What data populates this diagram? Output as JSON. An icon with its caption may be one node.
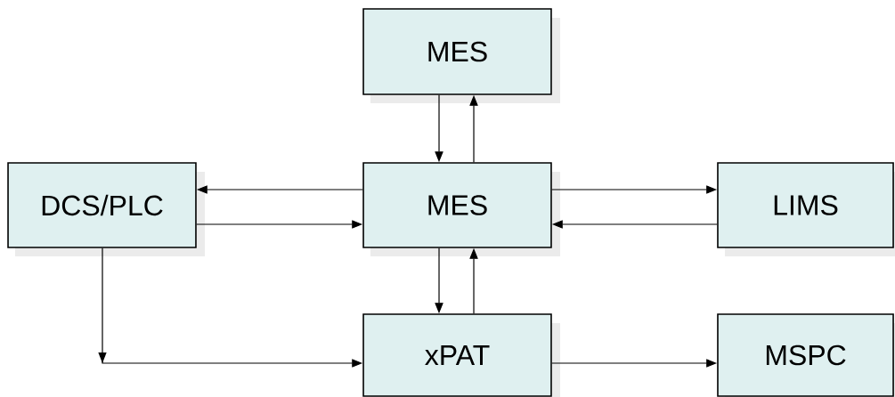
{
  "diagram": {
    "nodes": [
      {
        "text": [
          "MES"
        ]
      },
      {
        "text": [
          "DCS/PLC"
        ]
      },
      {
        "text": [
          "MES"
        ]
      },
      {
        "text": [
          "LIMS"
        ]
      },
      {
        "text": [
          "xPAT"
        ]
      },
      {
        "text": [
          "MSPC"
        ]
      }
    ],
    "edges": [
      {
        "from": 0,
        "to": 2,
        "arrow": "to"
      },
      {
        "from": 2,
        "to": 0,
        "arrow": "to"
      },
      {
        "from": 2,
        "to": 1,
        "arrow": "to"
      },
      {
        "from": 1,
        "to": 2,
        "arrow": "to"
      },
      {
        "from": 2,
        "to": 3,
        "arrow": "to"
      },
      {
        "from": 3,
        "to": 2,
        "arrow": "to"
      },
      {
        "from": 2,
        "to": 4,
        "arrow": "to"
      },
      {
        "from": 4,
        "to": 2,
        "arrow": "to"
      },
      {
        "from": 1,
        "to": 4,
        "arrow": "to"
      },
      {
        "from": 4,
        "to": 5,
        "arrow": "to"
      }
    ]
  }
}
